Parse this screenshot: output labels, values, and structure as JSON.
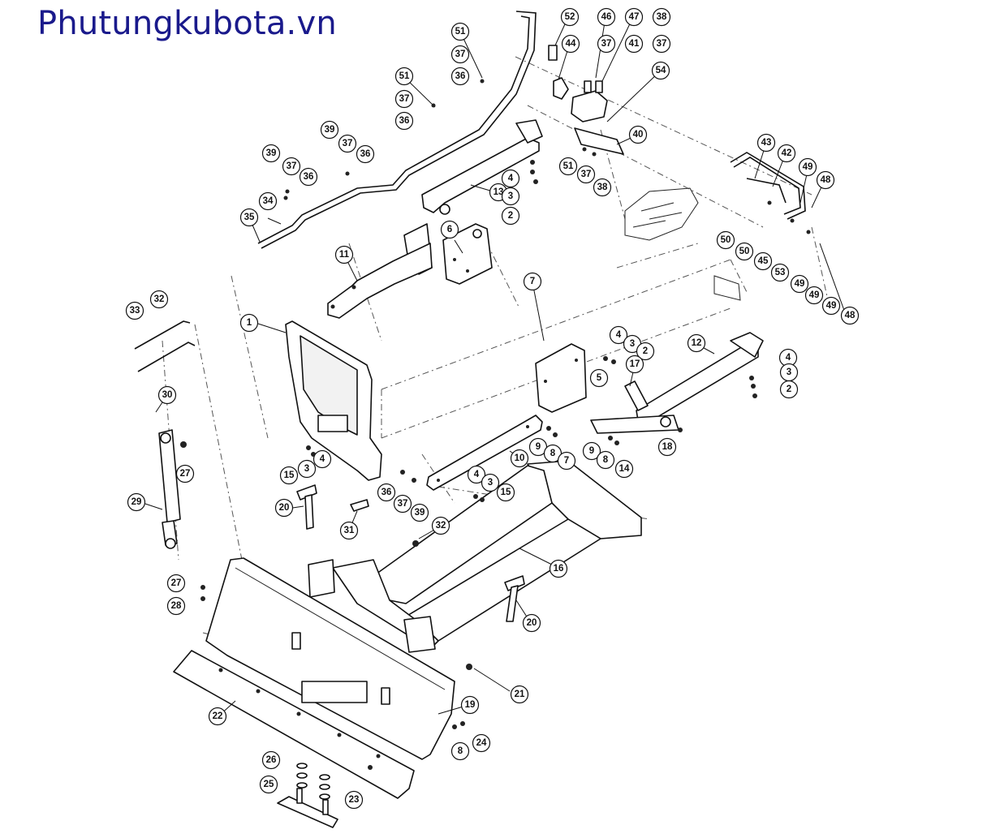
{
  "header": {
    "site_title": "Phutungkubota.vn"
  },
  "callouts": [
    "1",
    "2",
    "3",
    "4",
    "5",
    "6",
    "7",
    "8",
    "9",
    "10",
    "11",
    "12",
    "13",
    "14",
    "15",
    "16",
    "17",
    "18",
    "19",
    "20",
    "21",
    "22",
    "23",
    "24",
    "25",
    "26",
    "27",
    "28",
    "29",
    "30",
    "31",
    "32",
    "33",
    "34",
    "35",
    "36",
    "37",
    "38",
    "39",
    "40",
    "41",
    "42",
    "43",
    "44",
    "45",
    "46",
    "47",
    "48",
    "49",
    "50",
    "51",
    "52",
    "53",
    "54"
  ]
}
